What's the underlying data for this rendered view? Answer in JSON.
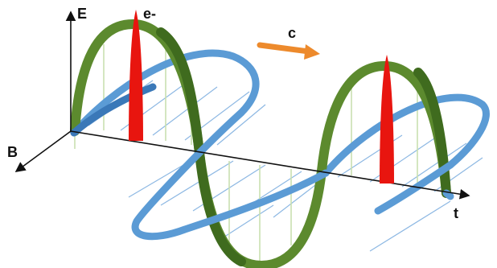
{
  "labels": {
    "e_axis": "E",
    "b_axis": "B",
    "t_axis": "t",
    "electron": "e-",
    "light_speed": "c"
  },
  "colors": {
    "electric_field": "#5c8a2e",
    "electric_field_dark": "#3f6b1e",
    "magnetic_field": "#5b9bd5",
    "magnetic_field_dark": "#3a78b8",
    "electron": "#e8150f",
    "speed_arrow": "#ed8a2c",
    "axis": "#111111",
    "field_line_green": "#c9dfb0",
    "field_line_blue": "#8db8e3"
  }
}
